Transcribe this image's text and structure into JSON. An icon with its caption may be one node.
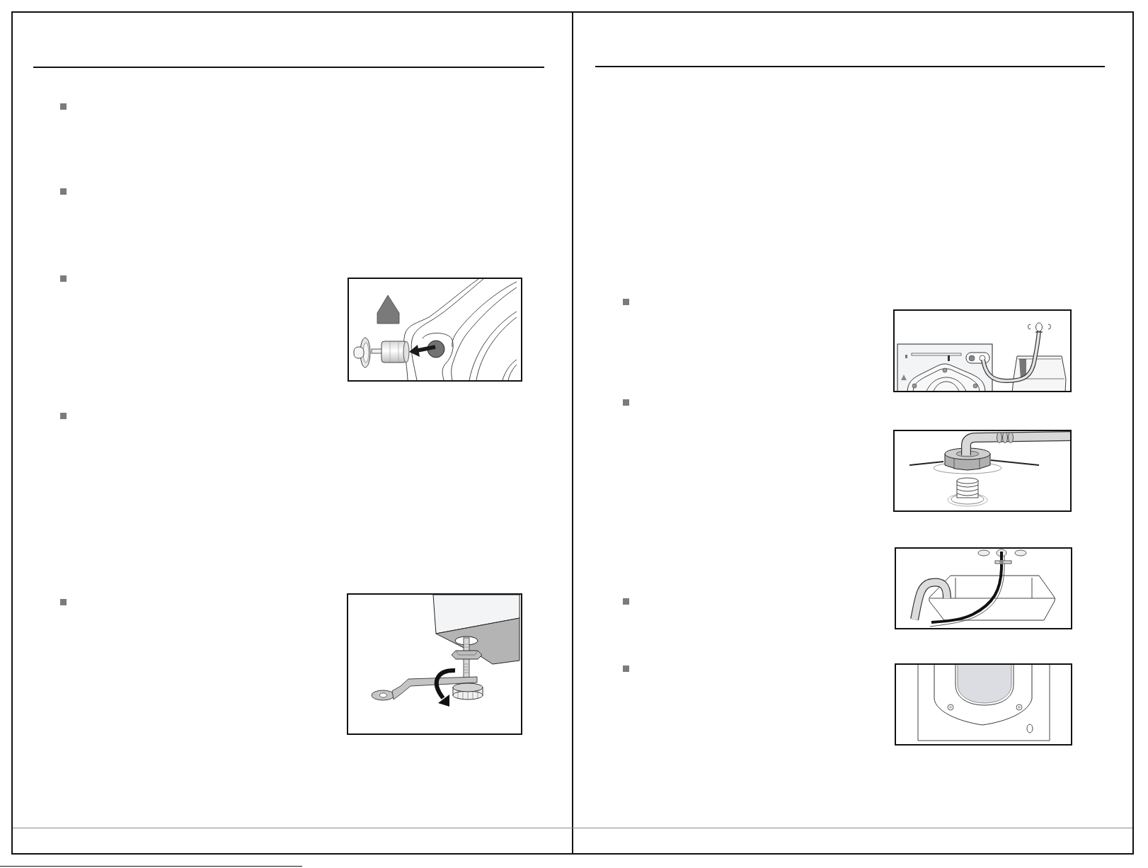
{
  "diagram": {
    "nodes": [
      {
        "text": [],
        "shape": "picture"
      },
      {
        "text": [],
        "shape": "picture"
      },
      {
        "text": [],
        "shape": "picture"
      },
      {
        "text": [],
        "shape": "picture"
      },
      {
        "text": [],
        "shape": "picture"
      },
      {
        "text": [],
        "shape": "picture"
      }
    ]
  }
}
